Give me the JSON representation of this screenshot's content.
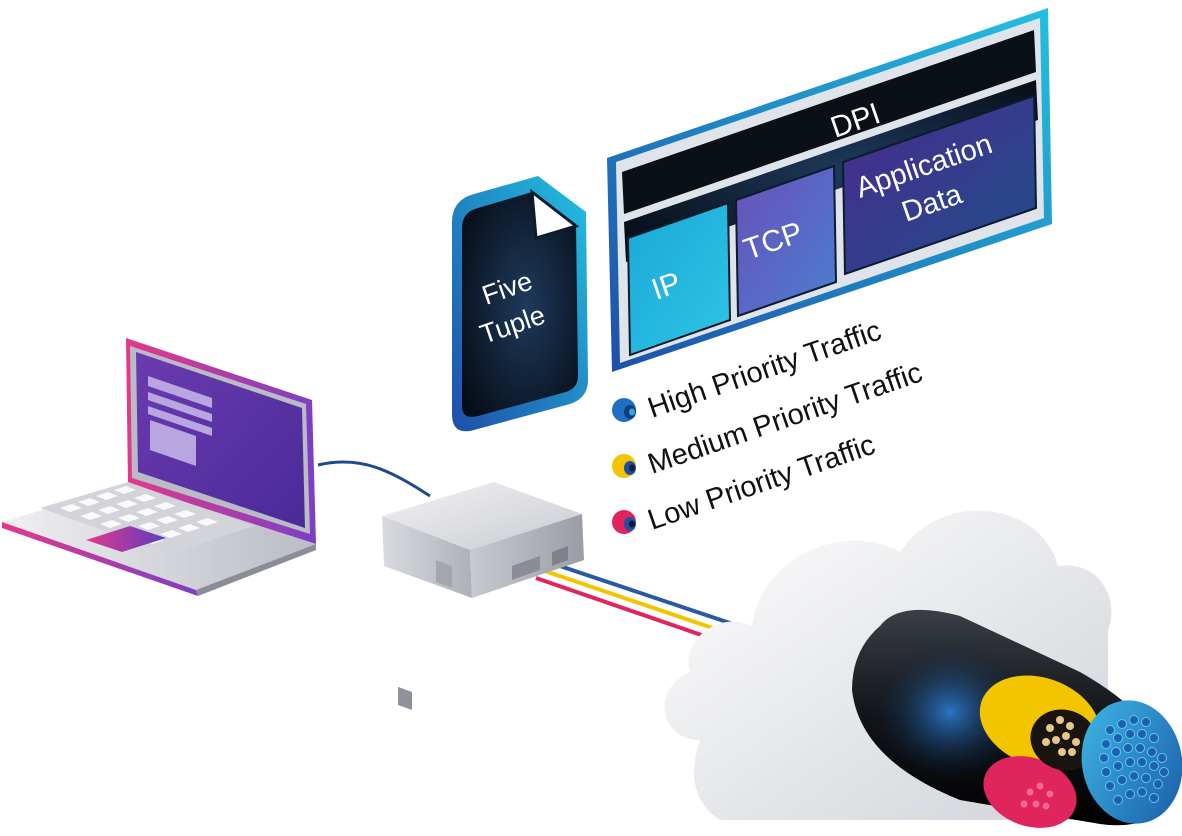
{
  "dpi_panel": {
    "header": "DPI",
    "layers": [
      "IP",
      "TCP",
      "Application",
      "Data"
    ]
  },
  "five_tuple": {
    "line1": "Five",
    "line2": "Tuple"
  },
  "legend": [
    {
      "label": "High Priority Traffic",
      "color": "#1e6fc4"
    },
    {
      "label": "Medium Priority Traffic",
      "color": "#f2c500"
    },
    {
      "label": "Low Priority Traffic",
      "color": "#e0245e"
    }
  ],
  "colors": {
    "accent_cyan": "#1fb6d8",
    "accent_purple": "#5b2d9e",
    "panel_dark": "#0d1b2e",
    "high": "#2a5aa6",
    "medium": "#f2c500",
    "low": "#e0245e"
  }
}
